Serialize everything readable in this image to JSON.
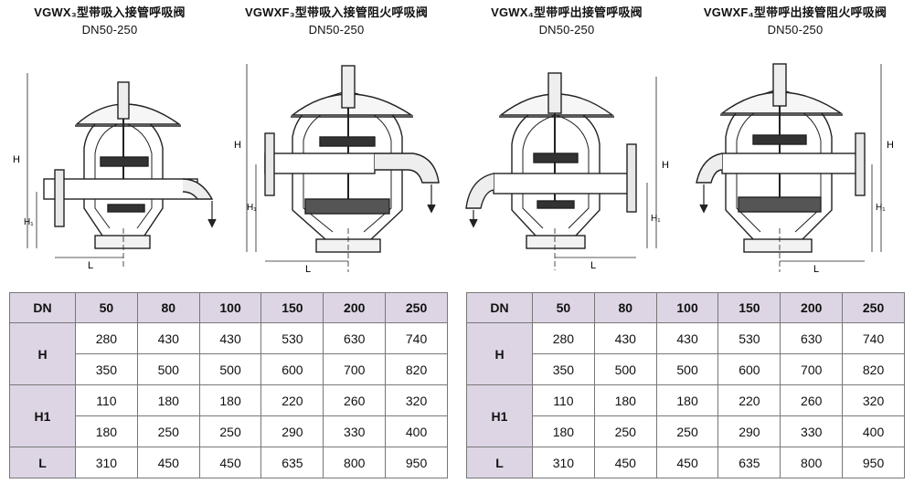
{
  "captions": [
    {
      "title": "VGWX₃型带吸入接管呼吸阀",
      "sub": "DN50-250"
    },
    {
      "title": "VGWXF₃型带吸入接管阻火呼吸阀",
      "sub": "DN50-250"
    },
    {
      "title": "VGWX₄型带呼出接管呼吸阀",
      "sub": "DN50-250"
    },
    {
      "title": "VGWXF₄型带呼出接管阻火呼吸阀",
      "sub": "DN50-250"
    }
  ],
  "dim_labels": {
    "H": "H",
    "H1": "H₁",
    "L": "L"
  },
  "tables": [
    {
      "header": [
        "DN",
        "50",
        "80",
        "100",
        "150",
        "200",
        "250"
      ],
      "rows": [
        {
          "label": "H",
          "values": [
            [
              "280",
              "430",
              "430",
              "530",
              "630",
              "740"
            ],
            [
              "350",
              "500",
              "500",
              "600",
              "700",
              "820"
            ]
          ]
        },
        {
          "label": "H1",
          "values": [
            [
              "110",
              "180",
              "180",
              "220",
              "260",
              "320"
            ],
            [
              "180",
              "250",
              "250",
              "290",
              "330",
              "400"
            ]
          ]
        },
        {
          "label": "L",
          "values": [
            [
              "310",
              "450",
              "450",
              "635",
              "800",
              "950"
            ]
          ]
        }
      ]
    },
    {
      "header": [
        "DN",
        "50",
        "80",
        "100",
        "150",
        "200",
        "250"
      ],
      "rows": [
        {
          "label": "H",
          "values": [
            [
              "280",
              "430",
              "430",
              "530",
              "630",
              "740"
            ],
            [
              "350",
              "500",
              "500",
              "600",
              "700",
              "820"
            ]
          ]
        },
        {
          "label": "H1",
          "values": [
            [
              "110",
              "180",
              "180",
              "220",
              "260",
              "320"
            ],
            [
              "180",
              "250",
              "250",
              "290",
              "330",
              "400"
            ]
          ]
        },
        {
          "label": "L",
          "values": [
            [
              "310",
              "450",
              "450",
              "635",
              "800",
              "950"
            ]
          ]
        }
      ]
    }
  ]
}
